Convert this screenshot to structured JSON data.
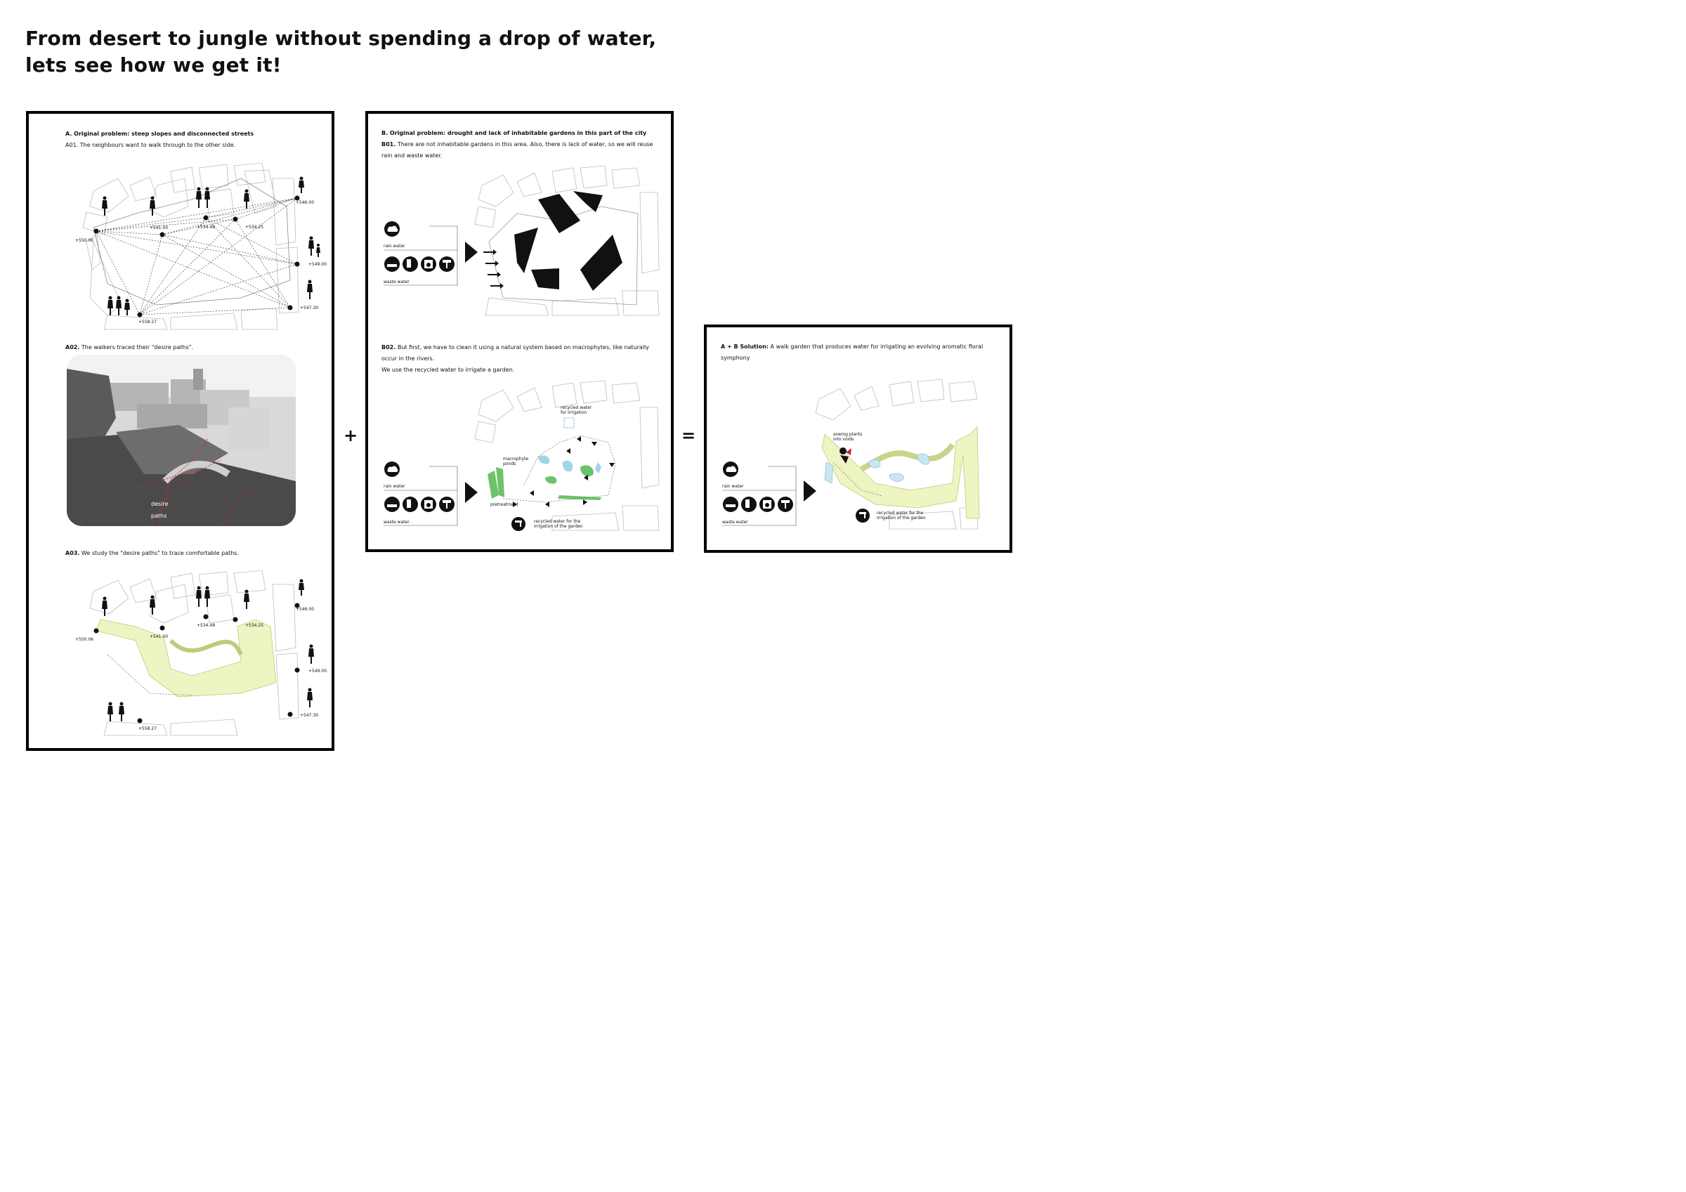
{
  "headline": {
    "line1": "From desert to jungle without spending a drop of water,",
    "line2": "lets see how we get it!"
  },
  "panel_a": {
    "title": "A. Original problem: steep slopes and disconnected streets",
    "a01": "A01. The neighbours want to walk through to the other side.",
    "a02_label": "A02.",
    "a02_text": "The walkers traced  their \"desire paths\".",
    "a03_label": "A03.",
    "a03_text": "We study the \"desire paths\" to trace comfortable paths.",
    "photo_label_1": "desire",
    "photo_label_2": "paths",
    "elevations": [
      "+550.06",
      "+541.00",
      "+534.48",
      "+534.25",
      "+546.00",
      "+549.00",
      "+547.30",
      "+558.27"
    ]
  },
  "panel_b": {
    "title": "B. Original problem: drought and lack of inhabitable gardens in this part of the city",
    "b01_label": "B01.",
    "b01_line1": "There are not inhabitable gardens in this area. Also, there is lack of water, so we will reuse",
    "b01_line2": "rain and waste water.",
    "b02_label": "B02.",
    "b02_line1": "But first, we have to clean it using a natural system based on macrophytes, like naturally",
    "b02_line2": "occur in the rivers.",
    "b02_line3": "We use the recycled water to irrigate a garden.",
    "rain_water": "rain water",
    "waste_water": "waste water",
    "recycled_irrigation_1": "recycled water",
    "recycled_irrigation_2": "for irrigation",
    "macrophyte_1": "macrophyte",
    "macrophyte_2": "ponds",
    "pretreatment": "pretreatment",
    "recycled_garden_1": "recycled water for the",
    "recycled_garden_2": "irrigation of the garden"
  },
  "panel_c": {
    "title_bold": "A + B Solution:",
    "title_line1": "A walk garden that produces water for irrigating an evolving aromatic floral",
    "title_line2": "symphony",
    "sowing_1": "sowing plants",
    "sowing_2": "into voids",
    "rain_water": "rain water",
    "waste_water": "waste water",
    "recycled_garden_1": "recycled water for the",
    "recycled_garden_2": "irrigation of the garden"
  },
  "operators": {
    "plus": "+",
    "equals": "="
  },
  "colors": {
    "path_green": "#eef4c2",
    "pond_green": "#6cc36a",
    "water_blue": "#9fd4ea",
    "accent_red": "#d9232b"
  },
  "icons": [
    "rain-cloud-icon",
    "sink-icon",
    "toilet-icon",
    "washing-machine-icon",
    "shower-icon",
    "recycle-symbol-icon",
    "faucet-icon",
    "pedestrian-icon"
  ]
}
